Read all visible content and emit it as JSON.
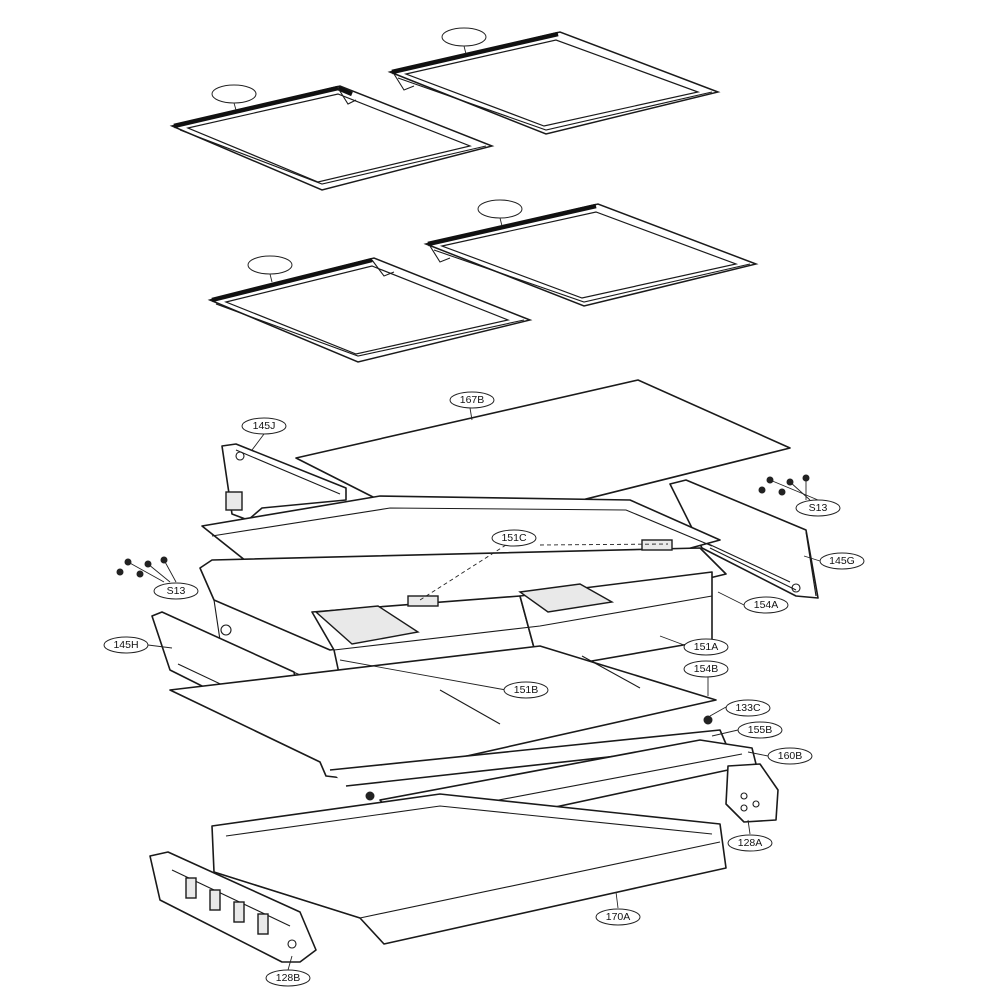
{
  "callouts": {
    "c167B": "167B",
    "c145J": "145J",
    "c145G": "145G",
    "c145H": "145H",
    "cS13_right": "S13",
    "cS13_left": "S13",
    "c151C": "151C",
    "c154A": "154A",
    "c151A": "151A",
    "c154B": "154B",
    "c151B": "151B",
    "c133C": "133C",
    "c155B": "155B",
    "c160B": "160B",
    "c128A": "128A",
    "c170A": "170A",
    "c128B": "128B"
  },
  "colors": {
    "line": "#1a1a1a",
    "background": "#ffffff"
  }
}
